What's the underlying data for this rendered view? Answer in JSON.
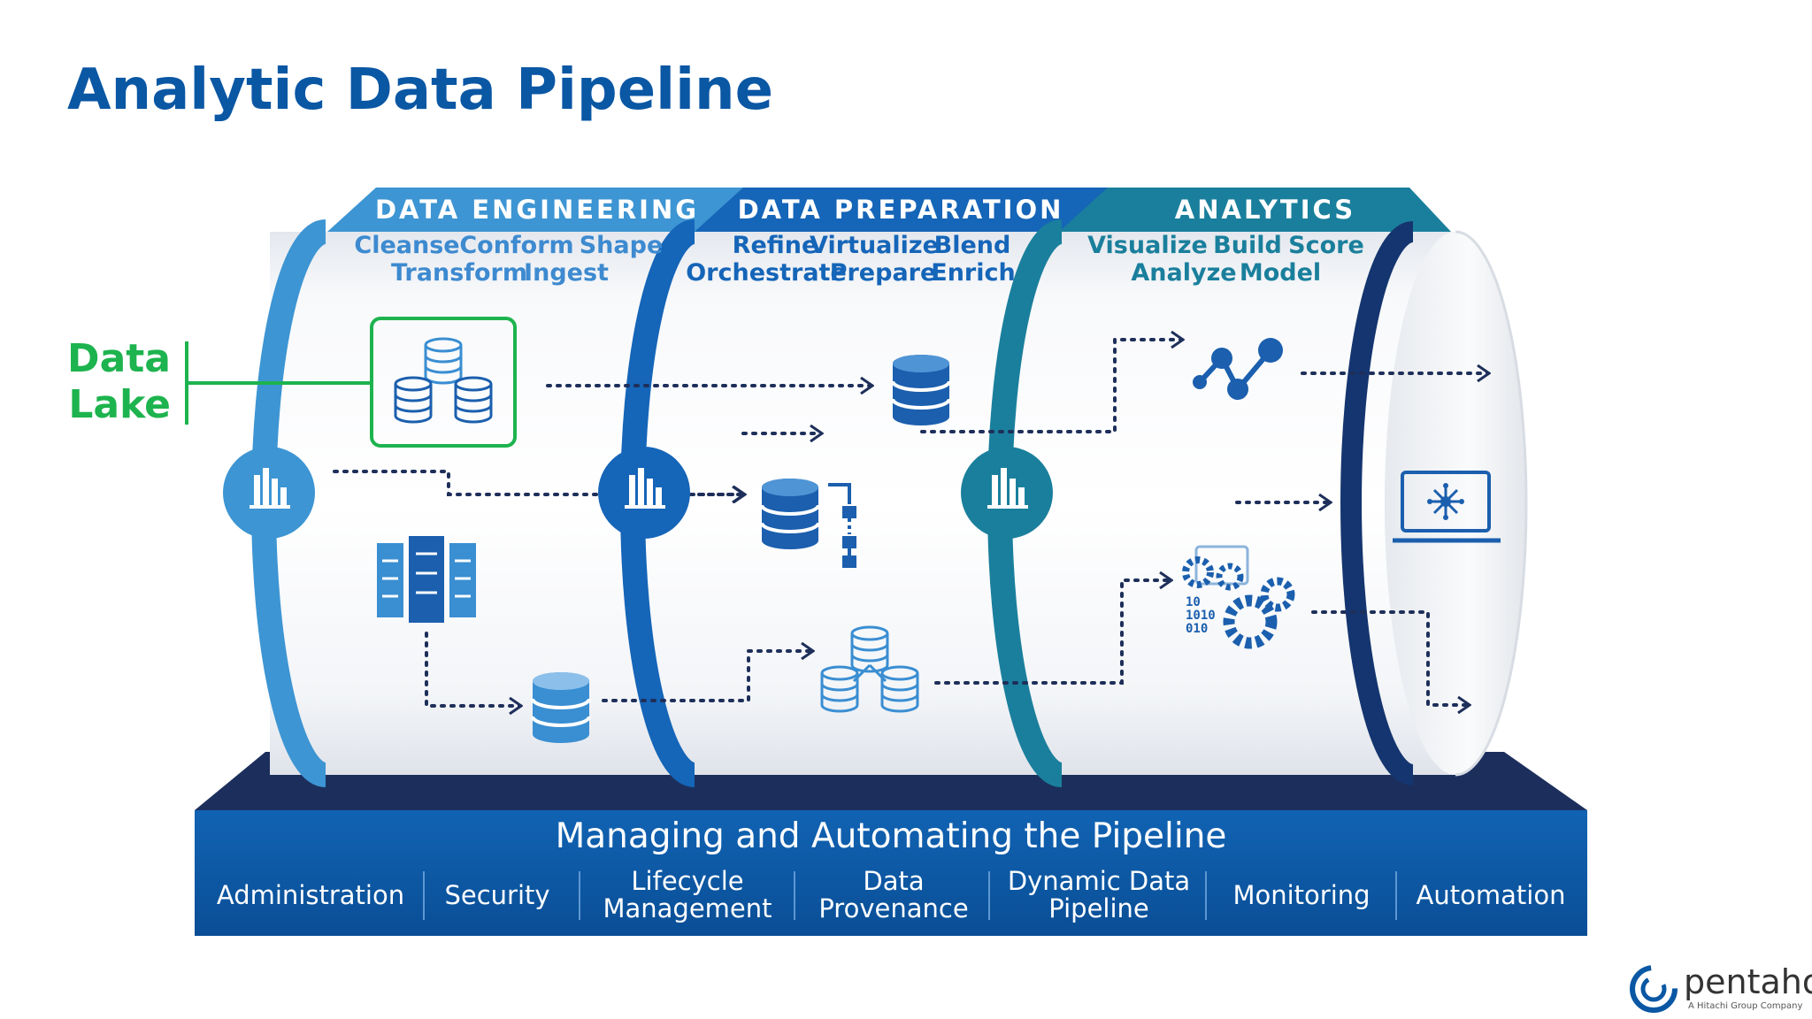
{
  "title": "Analytic Data Pipeline",
  "data_lake_label": [
    "Data",
    "Lake"
  ],
  "stages": [
    {
      "name": "DATA ENGINEERING",
      "activities_line1": [
        "Cleanse",
        "Conform",
        "Shape"
      ],
      "activities_line2": [
        "Transform",
        "Ingest"
      ]
    },
    {
      "name": "DATA PREPARATION",
      "activities_line1": [
        "Refine",
        "Virtualize",
        "Blend"
      ],
      "activities_line2": [
        "Orchestrate",
        "Prepare",
        "Enrich"
      ]
    },
    {
      "name": "ANALYTICS",
      "activities_line1": [
        "Visualize",
        "Build",
        "Score"
      ],
      "activities_line2": [
        "Analyze",
        "Model"
      ]
    }
  ],
  "base": {
    "heading": "Managing and Automating the Pipeline",
    "items": [
      {
        "line1": "Administration",
        "line2": ""
      },
      {
        "line1": "Security",
        "line2": ""
      },
      {
        "line1": "Lifecycle",
        "line2": "Management"
      },
      {
        "line1": "Data",
        "line2": "Provenance"
      },
      {
        "line1": "Dynamic Data",
        "line2": "Pipeline"
      },
      {
        "line1": "Monitoring",
        "line2": ""
      },
      {
        "line1": "Automation",
        "line2": ""
      }
    ]
  },
  "logo": {
    "name": "pentaho",
    "tagline": "A Hitachi Group Company"
  },
  "colors": {
    "title": "#0a57a4",
    "data_lake": "#1db34e",
    "ring_light": "#3d95d3",
    "ring_mid": "#1565b8",
    "ring_teal": "#1a7f9c",
    "ring_dark": "#14356f",
    "icon_blue": "#1b5fae",
    "icon_light": "#3a8ed2",
    "arrow": "#1e2f5a",
    "platform": "#0d55a3",
    "platform_top": "#1c2f5c"
  }
}
